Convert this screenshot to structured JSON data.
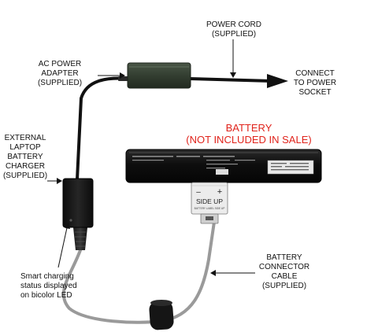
{
  "labels": {
    "power_cord": [
      "POWER CORD",
      "(SUPPLIED)"
    ],
    "ac_adapter": [
      "AC POWER",
      "ADAPTER",
      "(SUPPLIED)"
    ],
    "connect_socket": [
      "CONNECT",
      "TO POWER",
      "SOCKET"
    ],
    "battery": [
      "BATTERY",
      "(NOT INCLUDED IN SALE)"
    ],
    "external_charger": [
      "EXTERNAL",
      "LAPTOP",
      "BATTERY",
      "CHARGER",
      "(SUPPLIED)"
    ],
    "connector_cable": [
      "BATTERY",
      "CONNECTOR",
      "CABLE",
      "(SUPPLIED)"
    ],
    "led_note": [
      "Smart charging",
      "status displayed",
      "on bicolor LED"
    ]
  },
  "connector_plate": {
    "minus": "–",
    "plus": "+",
    "side_up": "SIDE UP",
    "small_text": "BATTERY LABEL SIDE UP"
  },
  "colors": {
    "label_text": "#111111",
    "highlight": "#e0231b",
    "device_black": "#161616",
    "adapter_green": "#3a4638",
    "cable_gray": "#9a9a9a"
  }
}
